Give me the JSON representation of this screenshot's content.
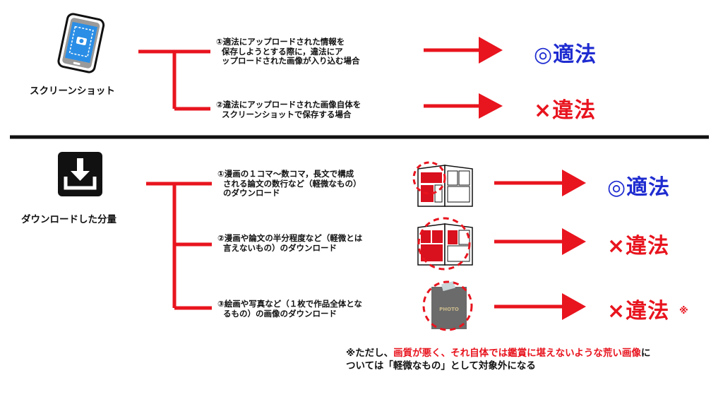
{
  "colors": {
    "red": "#e8141e",
    "blue": "#1f2cd0",
    "black": "#111111"
  },
  "icons": {
    "phone": "smartphone-photo-icon",
    "download": "download-icon"
  },
  "screenshot_section": {
    "label": "スクリーンショット",
    "cases": [
      {
        "text": "①適法にアップロードされた情報を\n  保存しようとする際に，違法にア\n  ップロードされた画像が入り込む場合",
        "verdict": "◎適法",
        "verdict_type": "legal"
      },
      {
        "text": "②違法にアップロードされた画像自体を\n  スクリーンショットで保存する場合",
        "verdict": "×違法",
        "verdict_type": "illegal"
      }
    ]
  },
  "download_section": {
    "label": "ダウンロードした分量",
    "cases": [
      {
        "text": "①漫画の１コマ～数コマ，長文で構成\n  される論文の数行など（軽微なもの）\n  のダウンロード",
        "verdict": "◎適法",
        "verdict_type": "legal",
        "illustration": "manga-few-panels-icon"
      },
      {
        "text": "②漫画や論文の半分程度など（軽微とは\n  言えないもの）のダウンロード",
        "verdict": "×違法",
        "verdict_type": "illegal",
        "illustration": "manga-half-page-icon"
      },
      {
        "text": "③絵画や写真など（１枚で作品全体とな\n  るもの）の画像のダウンロード",
        "verdict": "×違法",
        "verdict_type": "illegal",
        "verdict_note": "※",
        "illustration": "photo-icon",
        "photo_label": "PHOTO"
      }
    ]
  },
  "footnote": {
    "prefix": "※ただし、",
    "highlight": "画質が悪く、それ自体では鑑賞に堪えないような荒い画像",
    "suffix_line1": "に",
    "line2": "ついては「軽微なもの」として対象外になる"
  }
}
